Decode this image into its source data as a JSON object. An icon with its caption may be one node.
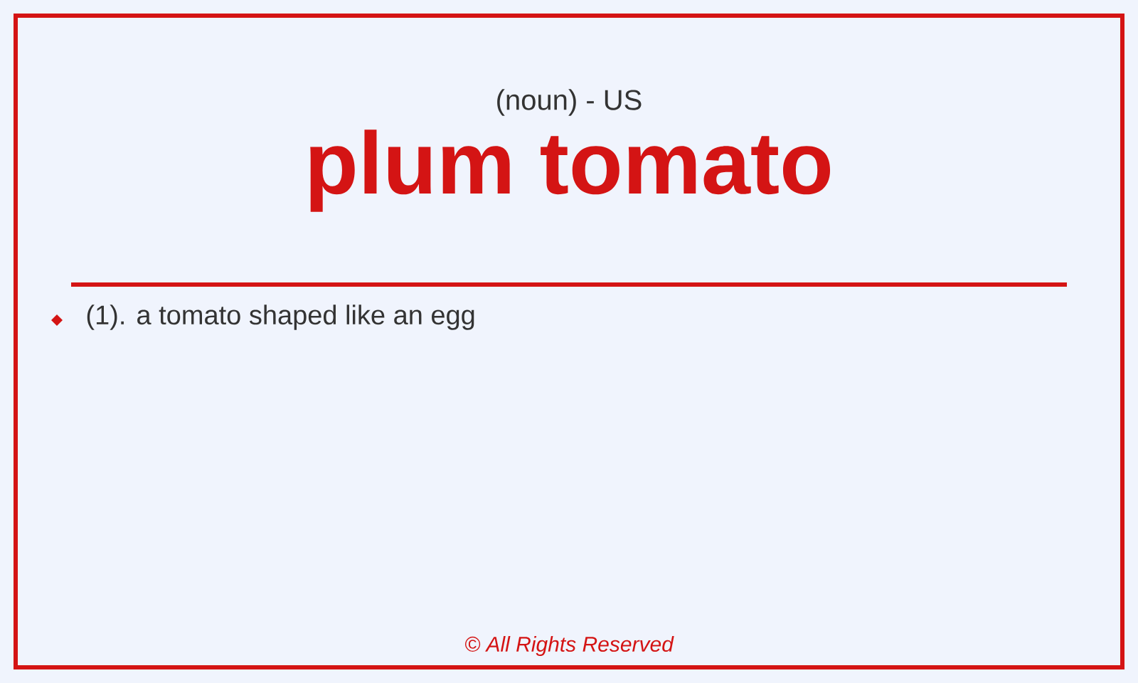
{
  "diagram": {
    "title": "plum tomato",
    "labels": [
      "(noun) - US",
      "(1). a tomato shaped like an egg",
      "© All Rights Reserved"
    ]
  }
}
